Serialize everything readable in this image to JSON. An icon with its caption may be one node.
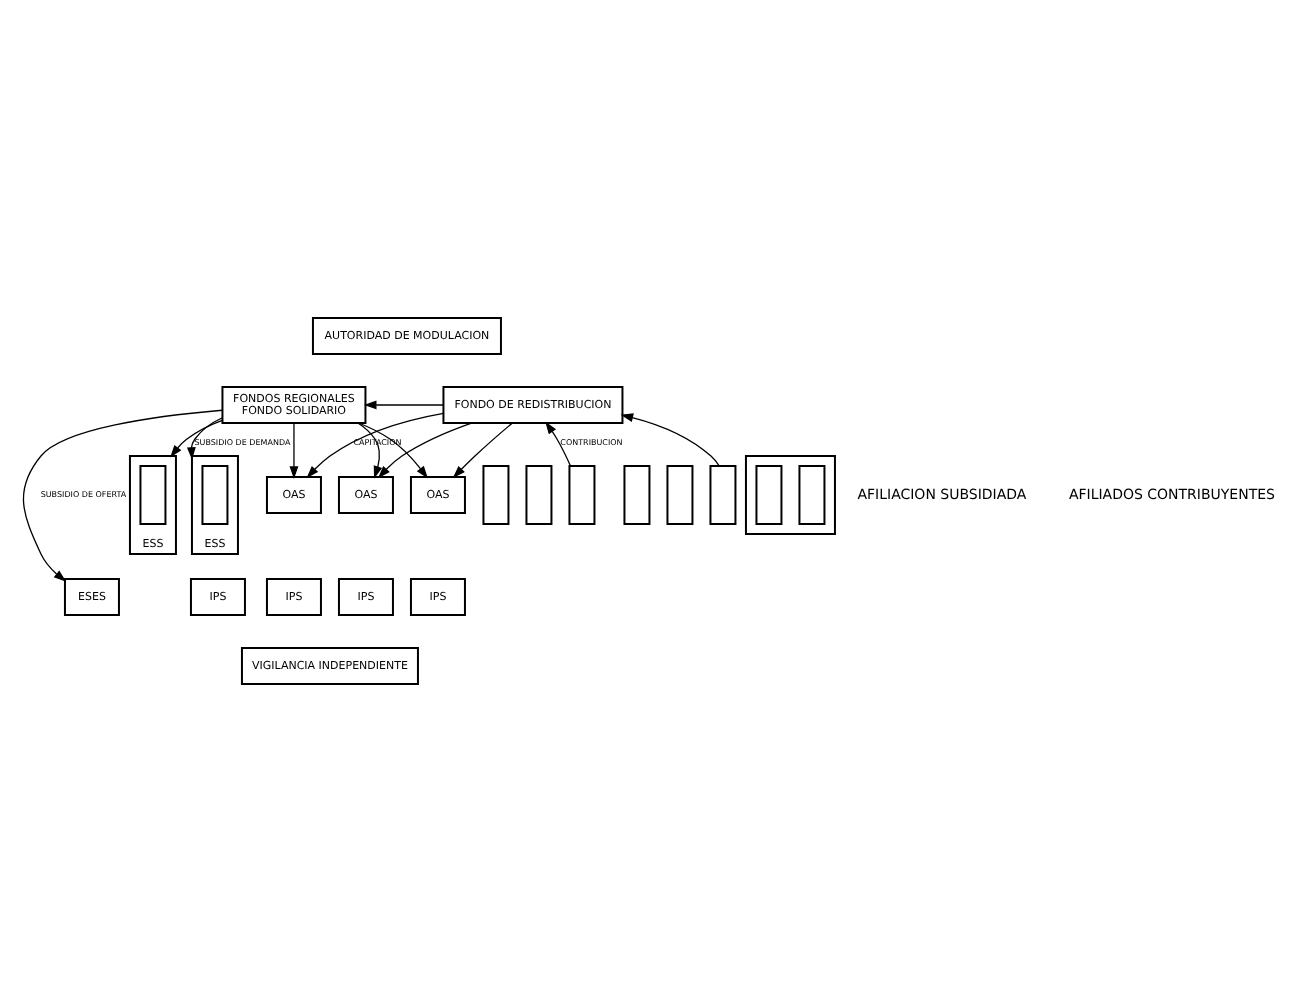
{
  "diagram": {
    "nodes": [
      {
        "text": [
          "AUTORIDAD DE MODULACION"
        ]
      },
      {
        "text": [
          "FONDOS REGIONALES",
          "FONDO SOLIDARIO"
        ]
      },
      {
        "text": [
          "FONDO DE REDISTRIBUCION"
        ]
      },
      {
        "text": [],
        "shape": "box"
      },
      {
        "text": [
          "ESS"
        ]
      },
      {
        "text": [],
        "shape": "box",
        "in": 4
      },
      {
        "text": [
          "ESS"
        ]
      },
      {
        "text": [],
        "shape": "box",
        "in": 6
      },
      {
        "text": [],
        "shape": "box"
      },
      {
        "text": [],
        "shape": "box"
      },
      {
        "text": [],
        "shape": "box"
      },
      {
        "text": [],
        "shape": "box"
      },
      {
        "text": [],
        "shape": "box"
      },
      {
        "text": [],
        "shape": "box"
      },
      {
        "text": [],
        "shape": "box",
        "in": 13
      },
      {
        "text": [],
        "shape": "box",
        "in": 13
      },
      {
        "text": [
          "OAS"
        ]
      },
      {
        "text": [
          "OAS"
        ]
      },
      {
        "text": [
          "OAS"
        ]
      },
      {
        "text": [
          "ESES"
        ]
      },
      {
        "text": [
          "IPS"
        ]
      },
      {
        "text": [
          "IPS"
        ]
      },
      {
        "text": [
          "IPS"
        ]
      },
      {
        "text": [
          "IPS"
        ]
      },
      {
        "text": [
          "VIGILANCIA INDEPENDIENTE"
        ]
      }
    ],
    "edges": [
      {
        "from": 2,
        "to": 1,
        "arrow": "to"
      },
      {
        "from": 1,
        "to": 19,
        "arrow": "to",
        "label": "SUBSIDIO DE OFERTA"
      },
      {
        "from": 1,
        "to": 4,
        "arrow": "to"
      },
      {
        "from": 1,
        "to": 6,
        "arrow": "to",
        "label": "SUBSIDIO DE DEMANDA"
      },
      {
        "from": 9,
        "to": 2,
        "arrow": "to",
        "label": "CONTRIBUCION"
      },
      {
        "from": 12,
        "to": 2,
        "arrow": "to"
      },
      {
        "from": 2,
        "to": 16,
        "arrow": "to",
        "label": "CAPITACION"
      },
      {
        "from": 2,
        "to": 17,
        "arrow": "to"
      },
      {
        "from": 2,
        "to": 18,
        "arrow": "to"
      },
      {
        "from": 1,
        "to": 16,
        "arrow": "to"
      },
      {
        "from": 1,
        "to": 17,
        "arrow": "to"
      },
      {
        "from": 1,
        "to": 18,
        "arrow": "to"
      }
    ],
    "labels": [
      "AFILIACION SUBSIDIADA",
      "AFILIADOS CONTRIBUYENTES"
    ]
  }
}
